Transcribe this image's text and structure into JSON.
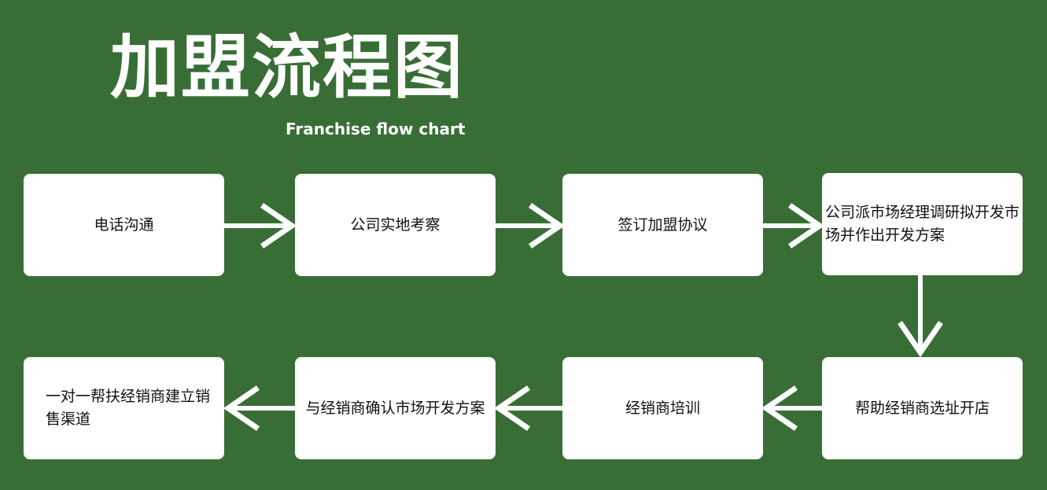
{
  "title": "加盟流程图",
  "subtitle": "Franchise flow chart",
  "colors": {
    "background": "#386e36",
    "box": "#ffffff",
    "arrow": "#ffffff",
    "text": "#111111"
  },
  "steps": [
    {
      "label": "电话沟通"
    },
    {
      "label": "公司实地考察"
    },
    {
      "label": "签订加盟协议"
    },
    {
      "label": "公司派市场经理调研拟开发市场并作出开发方案"
    },
    {
      "label": "帮助经销商选址开店"
    },
    {
      "label": "经销商培训"
    },
    {
      "label": "与经销商确认市场开发方案"
    },
    {
      "label": "一对一帮扶经销商建立销售渠道"
    }
  ]
}
